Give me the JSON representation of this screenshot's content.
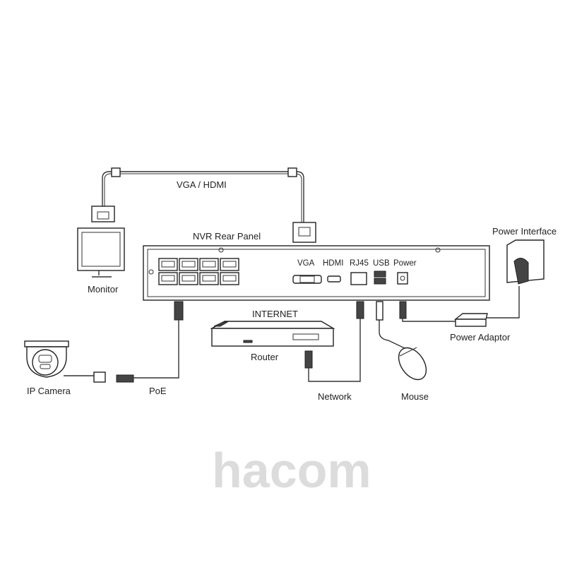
{
  "labels": {
    "cable": "VGA / HDMI",
    "monitor": "Monitor",
    "nvr": "NVR Rear Panel",
    "vga": "VGA",
    "hdmi": "HDMI",
    "rj45": "RJ45",
    "usb": "USB",
    "power": "Power",
    "internet": "INTERNET",
    "router": "Router",
    "network": "Network",
    "mouse": "Mouse",
    "power_adaptor": "Power Adaptor",
    "power_interface": "Power Interface",
    "ip_camera": "IP Camera",
    "poe": "PoE"
  },
  "watermark": "hacom"
}
